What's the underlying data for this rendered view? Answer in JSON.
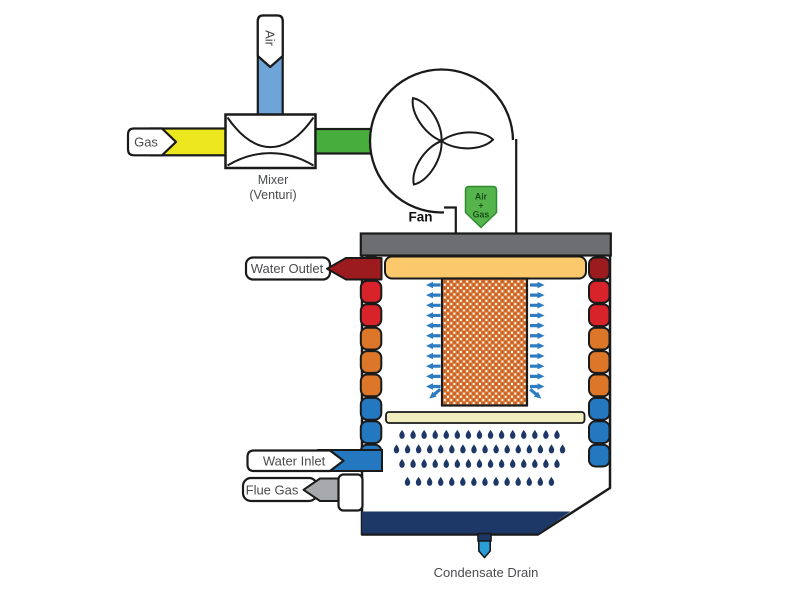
{
  "labels": {
    "air": "Air",
    "gas": "Gas",
    "mixer_line1": "Mixer",
    "mixer_line2": "(Venturi)",
    "fan": "Fan",
    "air_gas_line1": "Air",
    "air_gas_line2": "+",
    "air_gas_line3": "Gas",
    "water_outlet": "Water Outlet",
    "water_inlet": "Water Inlet",
    "flue_gas": "Flue Gas",
    "condensate_drain": "Condensate Drain"
  },
  "colors": {
    "air_blue": "#6fa4d9",
    "gas_yellow": "#ece71f",
    "air_gas_green": "#47ad3d",
    "badge_green": "#55b44b",
    "badge_border": "#2f8b2f",
    "badge_text": "#1c4e1c",
    "cap_gray": "#6d6e71",
    "header_tan": "#fbc86c",
    "burner_orange": "#d9722e",
    "burner_dot_dark": "#aa5520",
    "plate_cream": "#f1eec0",
    "coil_dark_red": "#9b1b1f",
    "coil_red": "#d8232b",
    "coil_orange": "#dc7628",
    "coil_blue": "#2478bf",
    "sump_navy": "#1d3866",
    "drain_blue": "#2b9ed8",
    "flame_arrow_blue": "#2d7cc1",
    "flue_gray": "#a6a8ab",
    "label_text": "#4a4b4d",
    "outline": "#1a1a1a",
    "white": "#ffffff"
  },
  "coils": {
    "per_side": 9,
    "colors": [
      "#9b1b1f",
      "#d8232b",
      "#d8232b",
      "#dc7628",
      "#dc7628",
      "#dc7628",
      "#2478bf",
      "#2478bf",
      "#2478bf"
    ]
  },
  "flame_arrows": {
    "straight_rows": 11,
    "diagonal_rows": 1
  },
  "droplets": {
    "row_counts": [
      15,
      16,
      15,
      14
    ]
  }
}
